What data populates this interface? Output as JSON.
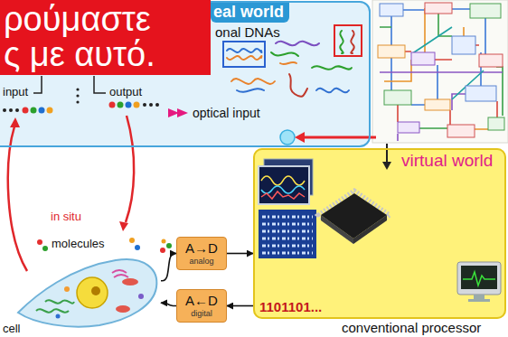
{
  "diagram": {
    "nodes": [
      {
        "text": [
          "ρούμαστε ς με αυτό."
        ]
      },
      {
        "text": [
          "eal world",
          "onal DNAs"
        ]
      },
      {
        "text": [
          "virtual world",
          "conventional processor"
        ]
      },
      {
        "text": [
          "A→D",
          "analog"
        ]
      },
      {
        "text": [
          "A←D",
          "digital"
        ]
      },
      {
        "text": [
          "cell"
        ]
      }
    ],
    "edges": [
      {
        "from": 5,
        "to": 3,
        "arrow": "to"
      },
      {
        "from": 3,
        "to": 2,
        "arrow": "to"
      },
      {
        "from": 2,
        "to": 4,
        "arrow": "to"
      },
      {
        "from": 4,
        "to": 5,
        "arrow": "to"
      }
    ],
    "labels": [
      "input",
      "output",
      "optical input",
      "in situ",
      "molecules",
      "1101101..."
    ]
  }
}
